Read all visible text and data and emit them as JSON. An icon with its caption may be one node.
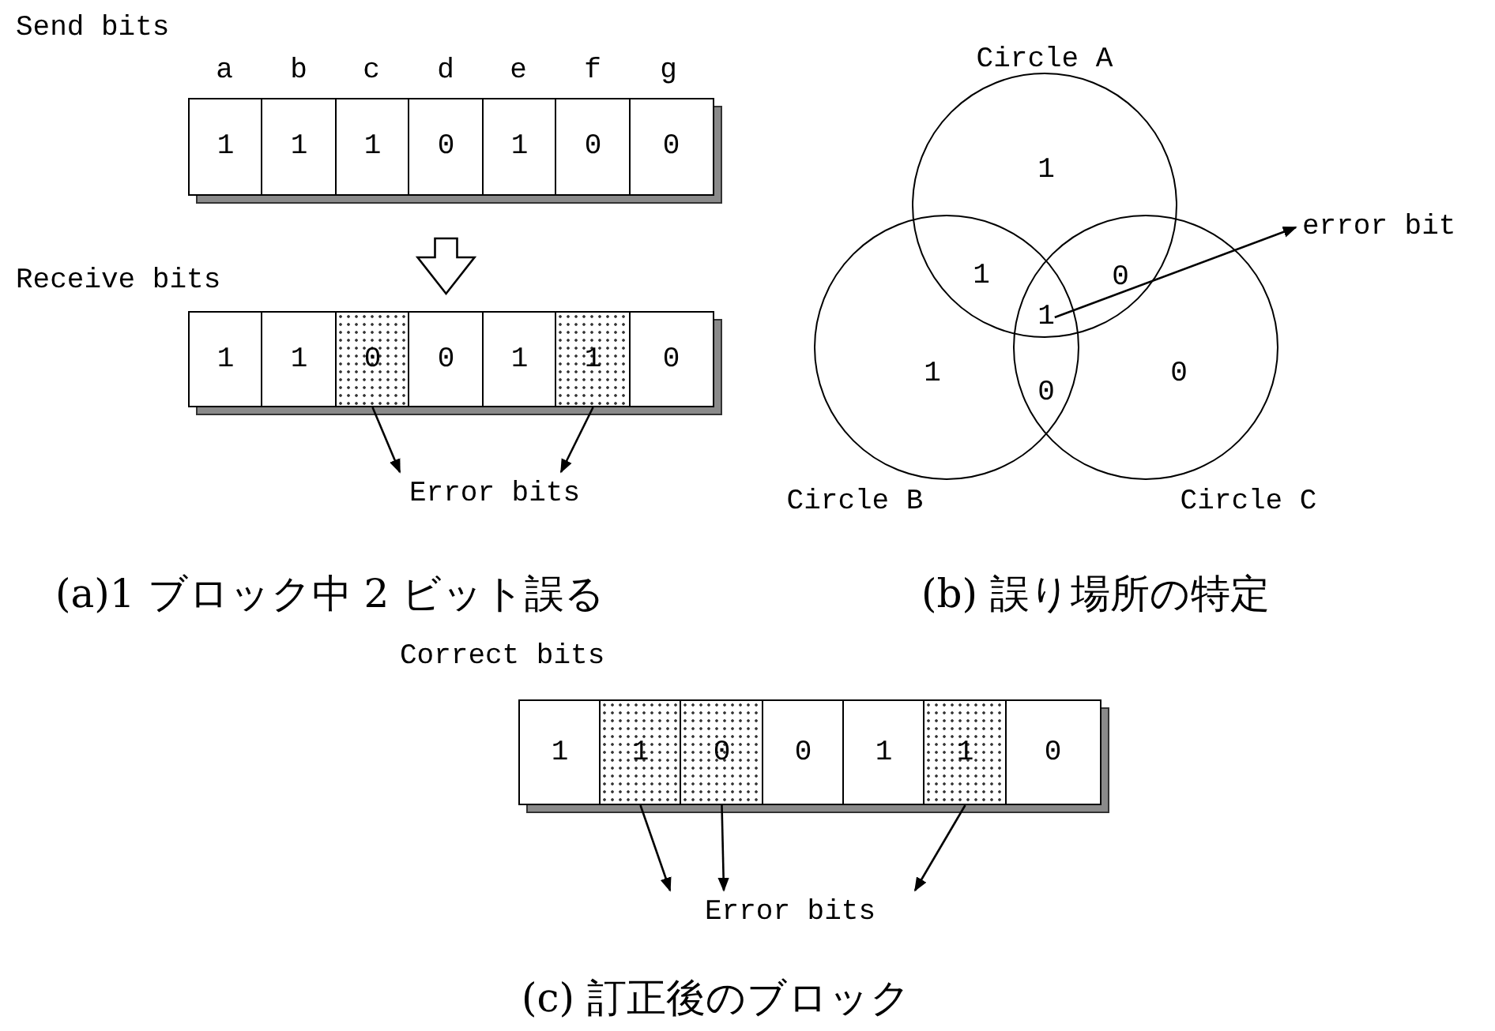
{
  "diagram": {
    "nodes": [
      {
        "text": [
          "1"
        ]
      },
      {
        "text": [
          "1"
        ]
      },
      {
        "text": [
          "1"
        ]
      },
      {
        "text": [
          "0"
        ]
      },
      {
        "text": [
          "1"
        ]
      },
      {
        "text": [
          "0"
        ]
      },
      {
        "text": [
          "0"
        ]
      },
      {
        "text": [
          "1"
        ]
      },
      {
        "text": [
          "1"
        ]
      },
      {
        "text": [
          "0"
        ]
      },
      {
        "text": [
          "0"
        ]
      },
      {
        "text": [
          "1"
        ]
      },
      {
        "text": [
          "1"
        ]
      },
      {
        "text": [
          "0"
        ]
      },
      {
        "text": [
          "Error bits"
        ]
      },
      {
        "text": [
          "Circle A"
        ]
      },
      {
        "text": [
          "Circle B"
        ]
      },
      {
        "text": [
          "Circle C"
        ]
      },
      {
        "text": [
          "1"
        ]
      },
      {
        "text": [
          "error bit"
        ]
      },
      {
        "text": [
          "1"
        ]
      },
      {
        "text": [
          "1"
        ]
      },
      {
        "text": [
          "0"
        ]
      },
      {
        "text": [
          "0"
        ]
      },
      {
        "text": [
          "1"
        ]
      },
      {
        "text": [
          "1"
        ]
      },
      {
        "text": [
          "0"
        ]
      },
      {
        "text": [
          "Error bits"
        ]
      }
    ],
    "edges": [
      {
        "from": 3,
        "to": 10,
        "arrow": "to"
      },
      {
        "from": 9,
        "to": 14,
        "arrow": "to"
      },
      {
        "from": 12,
        "to": 14,
        "arrow": "to"
      },
      {
        "from": 18,
        "to": 19,
        "arrow": "to"
      },
      {
        "from": 21,
        "to": 27,
        "arrow": "to"
      },
      {
        "from": 22,
        "to": 27,
        "arrow": "to"
      },
      {
        "from": 25,
        "to": 27,
        "arrow": "to"
      }
    ],
    "labels": [
      "Send bits",
      "a",
      "b",
      "c",
      "d",
      "e",
      "f",
      "g",
      "Receive bits",
      "1",
      "1",
      "0",
      "1",
      "0",
      "0",
      "(a)1 ブロック中 2 ビット誤る",
      "(b) 誤り場所の特定",
      "Correct bits",
      "(c) 訂正後のブロック"
    ]
  }
}
